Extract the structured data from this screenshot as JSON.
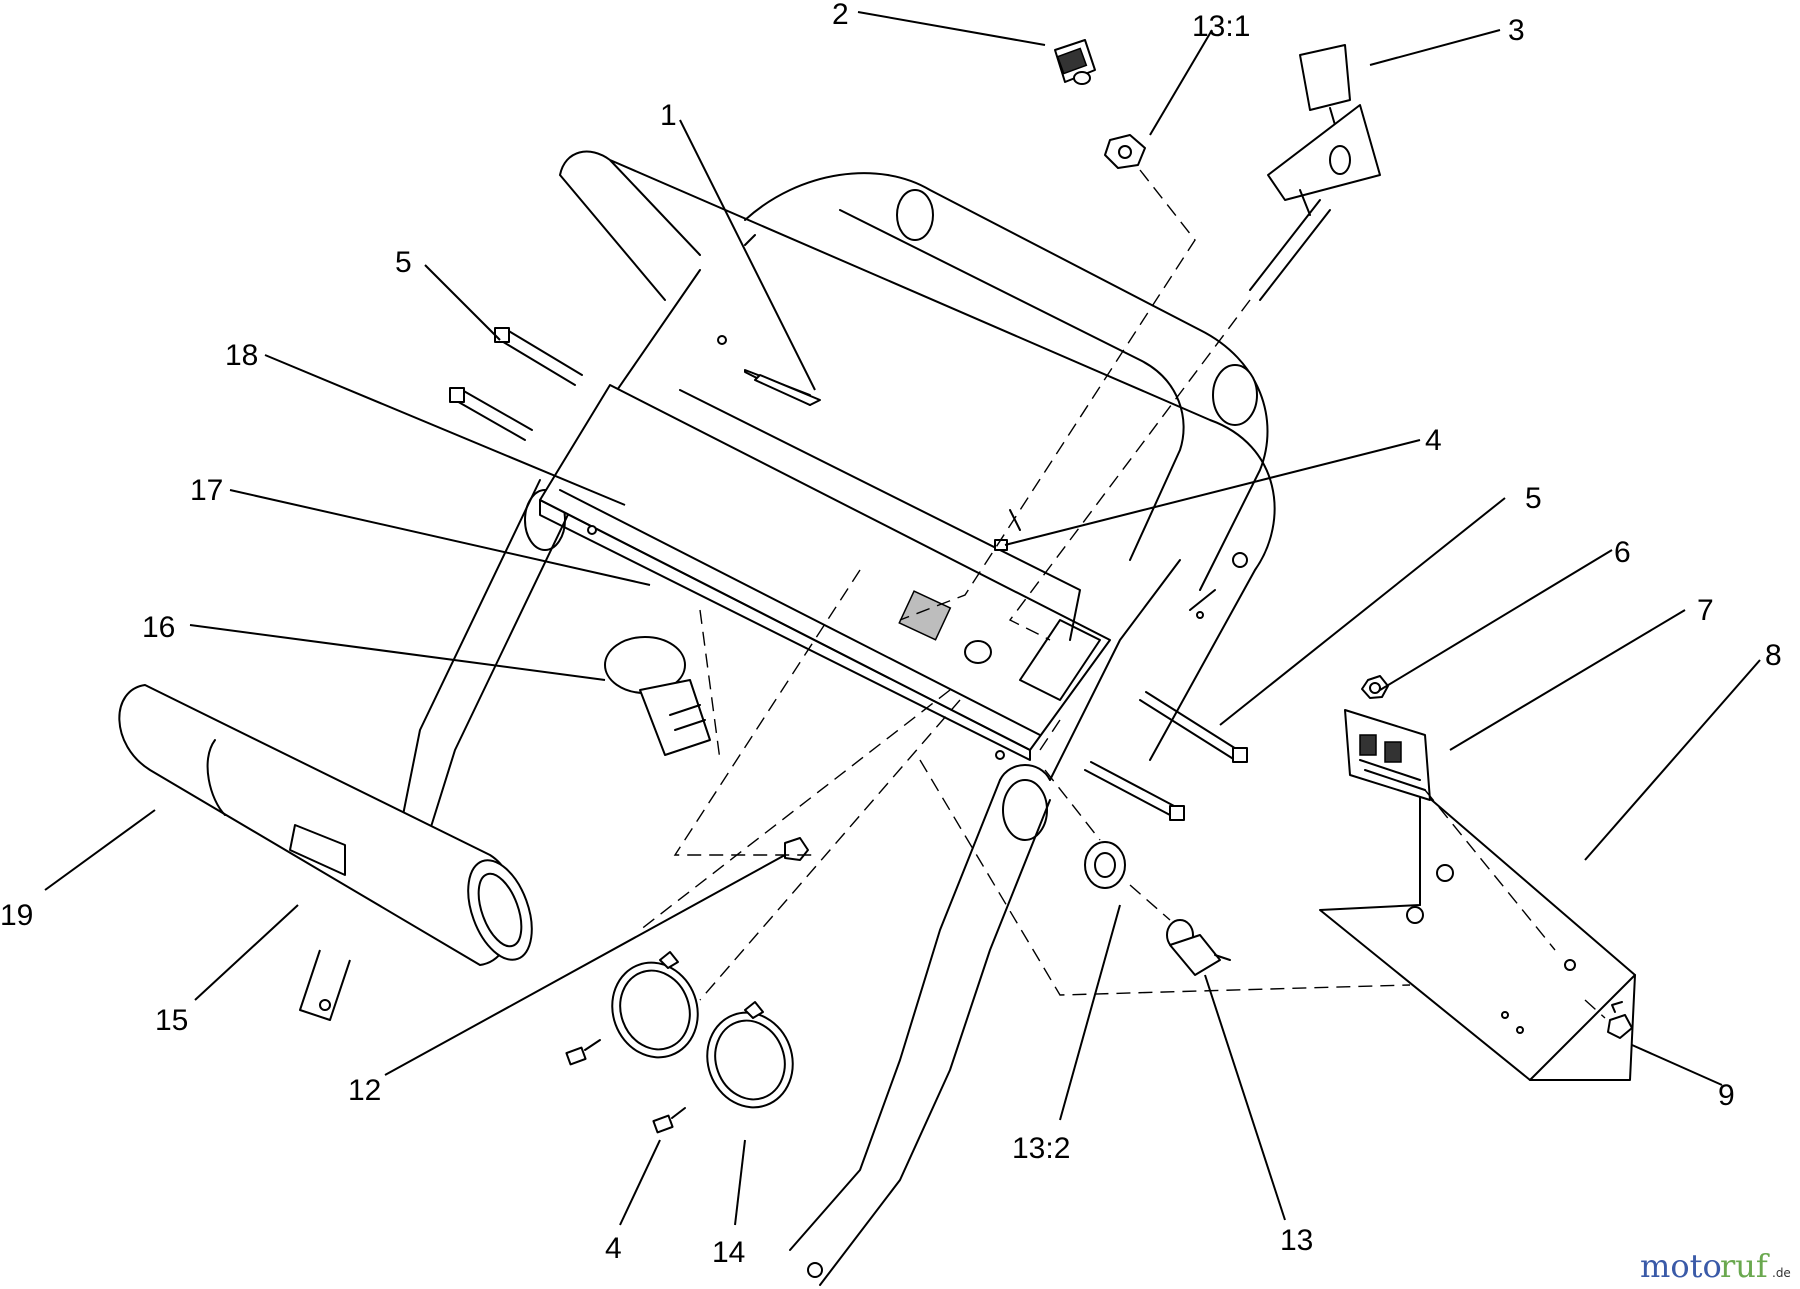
{
  "callouts": {
    "c2": "2",
    "c13_1": "13:1",
    "c3": "3",
    "c1": "1",
    "c5_top": "5",
    "c18": "18",
    "c4_top": "4",
    "c17": "17",
    "c5_right": "5",
    "c6": "6",
    "c7": "7",
    "c16": "16",
    "c8": "8",
    "c19": "19",
    "c15": "15",
    "c12": "12",
    "c9": "9",
    "c13_2": "13:2",
    "c13": "13",
    "c4_bottom": "4",
    "c14": "14"
  },
  "watermark": {
    "part1": "moto",
    "part2": "ruf",
    "part3": ".de"
  },
  "colors": {
    "line": "#000000",
    "background": "#ffffff",
    "watermark_blue": "#3a5aa8",
    "watermark_green": "#6aa84f"
  }
}
